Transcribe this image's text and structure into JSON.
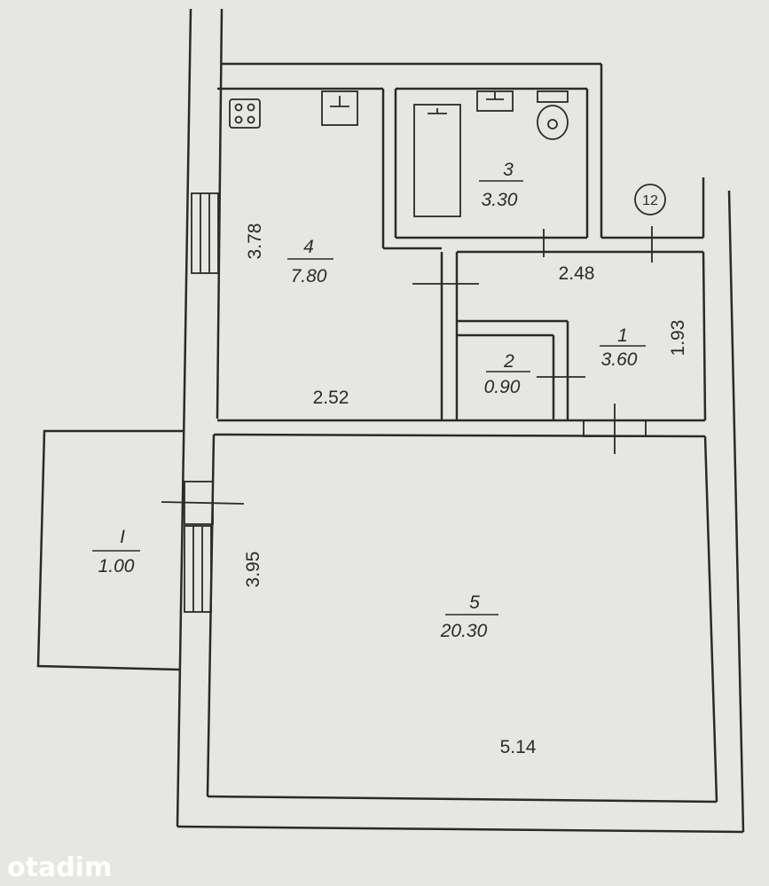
{
  "rooms": [
    {
      "id": "room-1-hall",
      "number": "1",
      "area": "3.60"
    },
    {
      "id": "room-2-closet",
      "number": "2",
      "area": "0.90"
    },
    {
      "id": "room-3-bathroom",
      "number": "3",
      "area": "3.30"
    },
    {
      "id": "room-4-kitchen",
      "number": "4",
      "area": "7.80"
    },
    {
      "id": "room-5-living",
      "number": "5",
      "area": "20.30"
    },
    {
      "id": "balcony",
      "number": "I",
      "area": "1.00"
    }
  ],
  "dimensions": {
    "kitchen_height": "3.78",
    "kitchen_width": "2.52",
    "hall_width": "2.48",
    "hall_height": "1.93",
    "living_height": "3.95",
    "living_width": "5.14"
  },
  "apartment_marker": "12",
  "watermark": "otadim",
  "colors": {
    "paper": "#e6e6e3",
    "ink": "#2a2a2a",
    "watermark": "#ffffff"
  }
}
